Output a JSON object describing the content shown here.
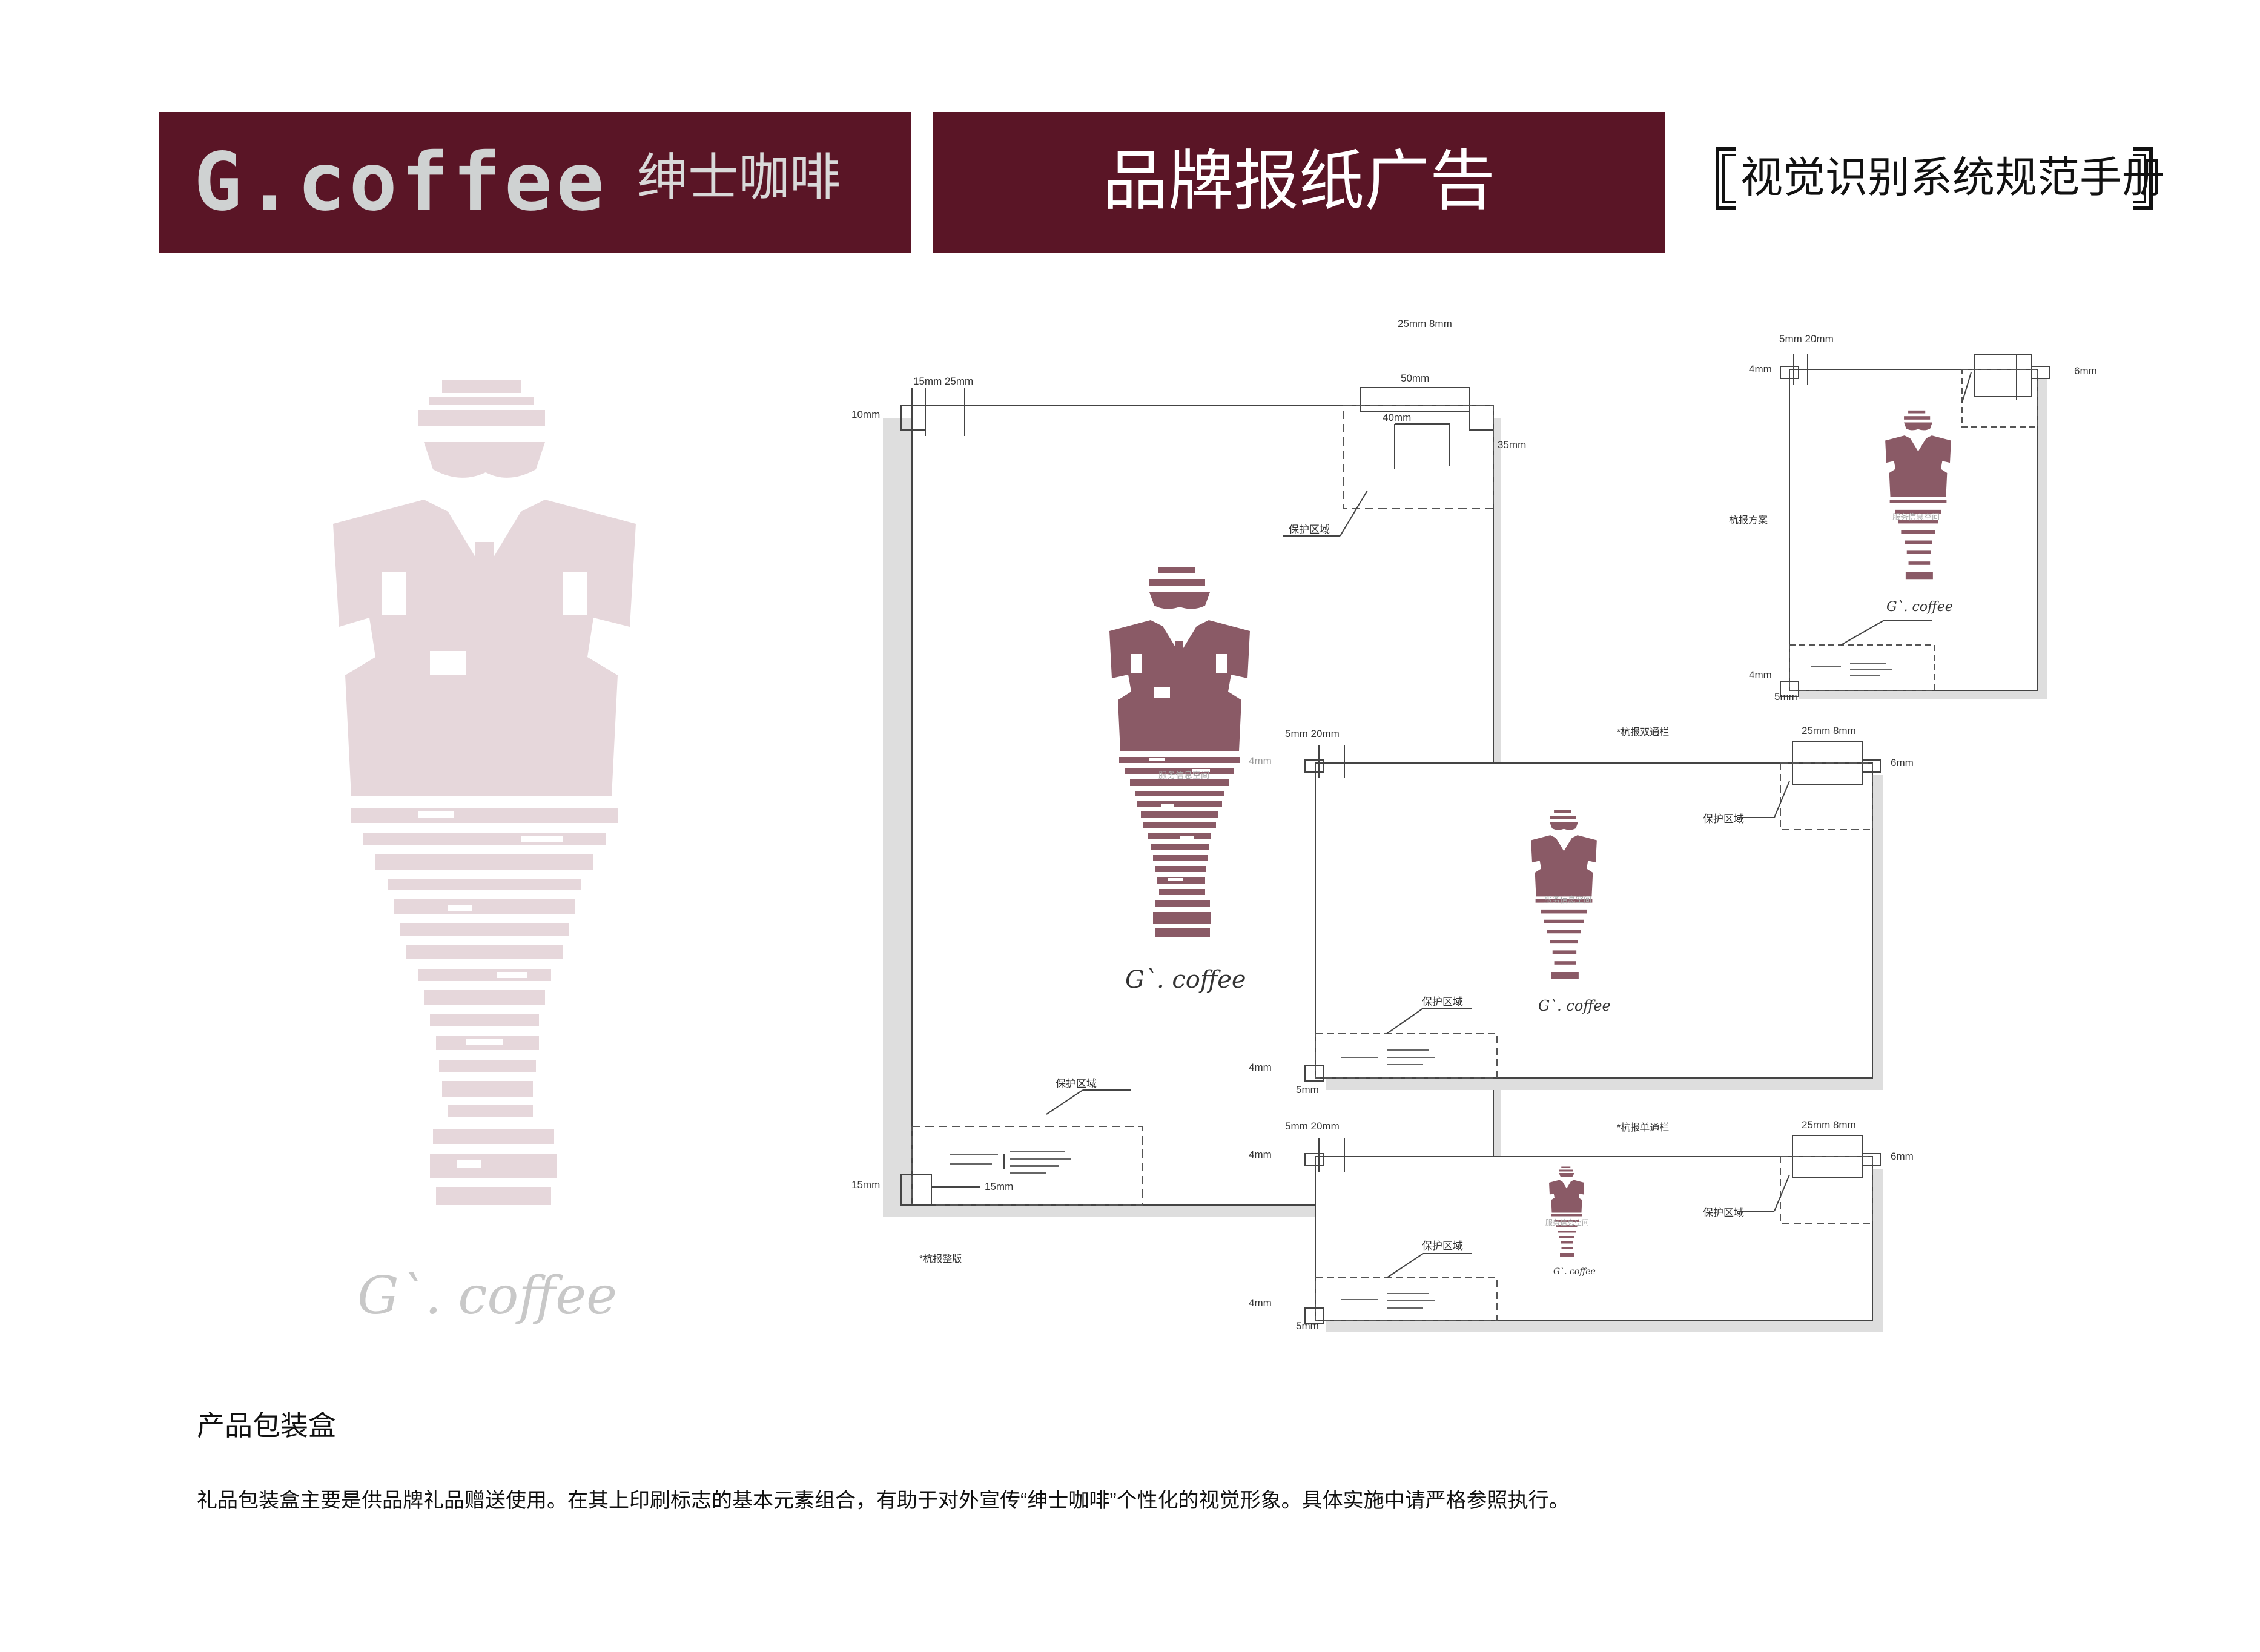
{
  "header": {
    "logo": "G.coffee",
    "brand_cn": "绅士咖啡",
    "page_title": "品牌报纸广告",
    "manual_title": "视觉识别系统规范手册"
  },
  "mark": {
    "wordmark": "G`. coffee"
  },
  "spec": {
    "full_page": {
      "caption": "*杭报整版",
      "d_15_25": "15mm  25mm",
      "d_10": "10mm",
      "d_25_8": "25mm  8mm",
      "d_50": "50mm",
      "d_40": "40mm",
      "d_35": "35mm",
      "protect_1": "保护区域",
      "protect_2": "保护区域",
      "d_15_left": "15mm",
      "d_15_bottom": "15mm",
      "service_label": "服务信息空间",
      "wordmark": "G`. coffee"
    },
    "small_page": {
      "caption": "杭报方案",
      "d_5_20": "5mm  20mm",
      "d_4_top": "4mm",
      "d_6": "6mm",
      "d_4_bottom": "4mm",
      "d_5_bottom": "5mm",
      "service_label": "服务信息空间",
      "wordmark": "G`. coffee"
    },
    "double_column": {
      "caption": "*杭报双通栏",
      "d_5_20": "5mm  20mm",
      "d_4_top": "4mm",
      "d_25_8": "25mm  8mm",
      "d_6": "6mm",
      "protect_1": "保护区域",
      "protect_2": "保护区域",
      "d_4_bottom": "4mm",
      "d_5_bottom": "5mm",
      "service_label": "服务信息空间",
      "wordmark": "G`. coffee"
    },
    "single_column": {
      "caption": "*杭报单通栏",
      "d_5_20": "5mm  20mm",
      "d_4_top": "4mm",
      "d_25_8": "25mm  8mm",
      "d_6": "6mm",
      "protect_1": "保护区域",
      "protect_2": "保护区域",
      "d_4_bottom": "4mm",
      "d_5_bottom": "5mm",
      "service_label": "服务信息空间",
      "wordmark": "G`. coffee"
    }
  },
  "section": {
    "heading": "产品包装盒",
    "body": "礼品包装盒主要是供品牌礼品赠送使用。在其上印刷标志的基本元素组合，有助于对外宣传“绅士咖啡”个性化的视觉形象。具体实施中请严格参照执行。"
  },
  "colors": {
    "brand_band": "#5a1526",
    "figure_large": "#e6d7db",
    "figure_small": "#8a5a66",
    "logo_gray": "#cfd2d2"
  }
}
